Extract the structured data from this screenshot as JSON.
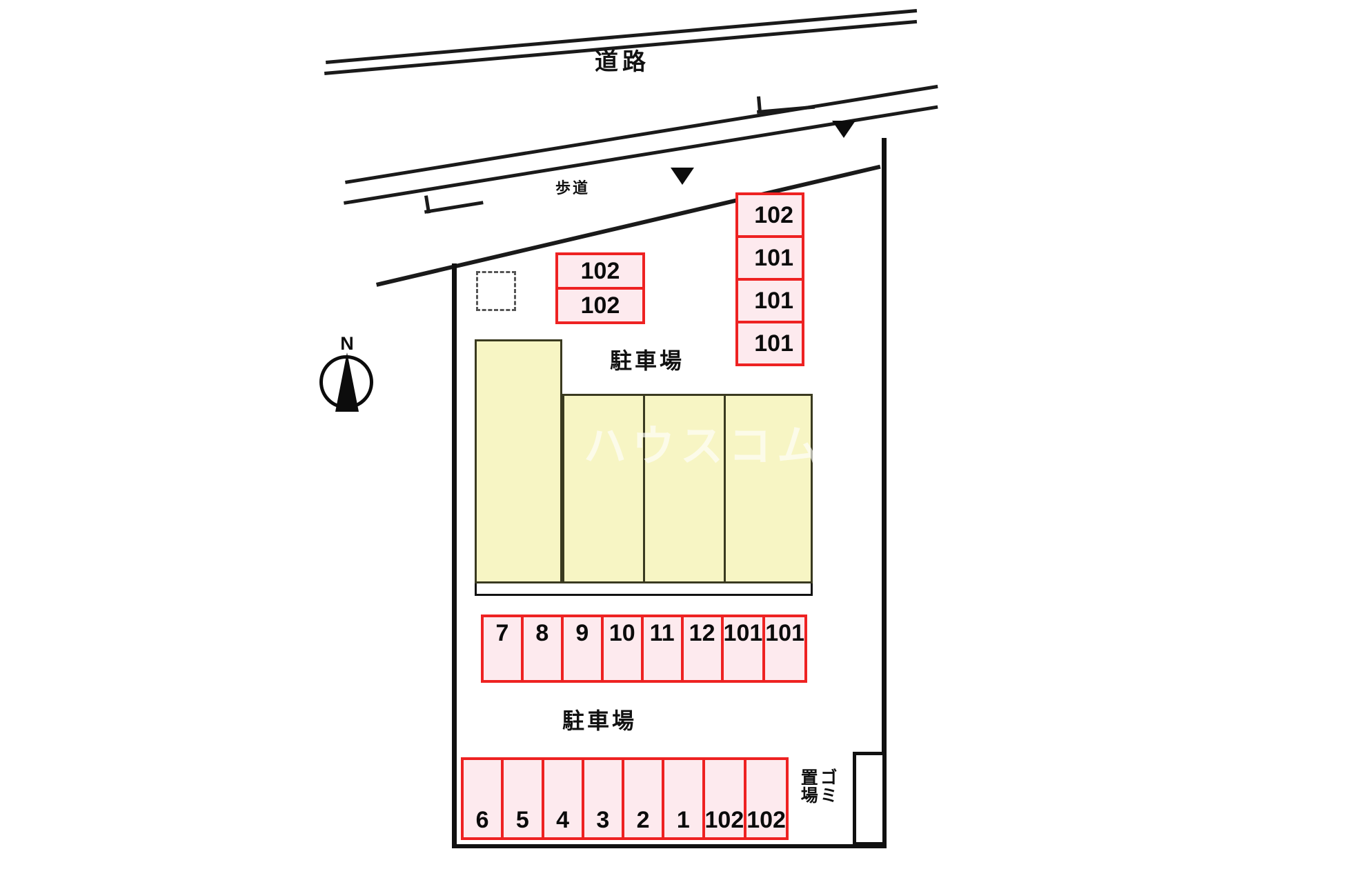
{
  "plan": {
    "road_label": "道路",
    "sidewalk_label": "歩道",
    "north_letter": "N",
    "watermark": "ハウスコム",
    "parking_label_top": "駐車場",
    "parking_label_bottom": "駐車場",
    "garbage_label_line1": "ゴミ",
    "garbage_label_line2": "置場"
  },
  "colors": {
    "stall_border": "#ee2222",
    "stall_fill": "#fdeaee",
    "building_fill": "#f7f5c4",
    "building_border": "#3a3a20",
    "line": "#111111"
  },
  "parking_groups": {
    "top_left_column": {
      "orientation": "vertical",
      "stalls": [
        {
          "label": "102"
        },
        {
          "label": "102"
        }
      ]
    },
    "top_right_column": {
      "orientation": "vertical",
      "stalls": [
        {
          "label": "102"
        },
        {
          "label": "101"
        },
        {
          "label": "101"
        },
        {
          "label": "101"
        }
      ]
    },
    "middle_row": {
      "orientation": "horizontal",
      "stalls": [
        {
          "label": "7"
        },
        {
          "label": "8"
        },
        {
          "label": "9"
        },
        {
          "label": "10"
        },
        {
          "label": "11"
        },
        {
          "label": "12"
        },
        {
          "label": "101"
        },
        {
          "label": "101"
        }
      ]
    },
    "bottom_row": {
      "orientation": "horizontal",
      "stalls": [
        {
          "label": "6"
        },
        {
          "label": "5"
        },
        {
          "label": "4"
        },
        {
          "label": "3"
        },
        {
          "label": "2"
        },
        {
          "label": "1"
        },
        {
          "label": "102"
        },
        {
          "label": "102"
        }
      ]
    }
  }
}
